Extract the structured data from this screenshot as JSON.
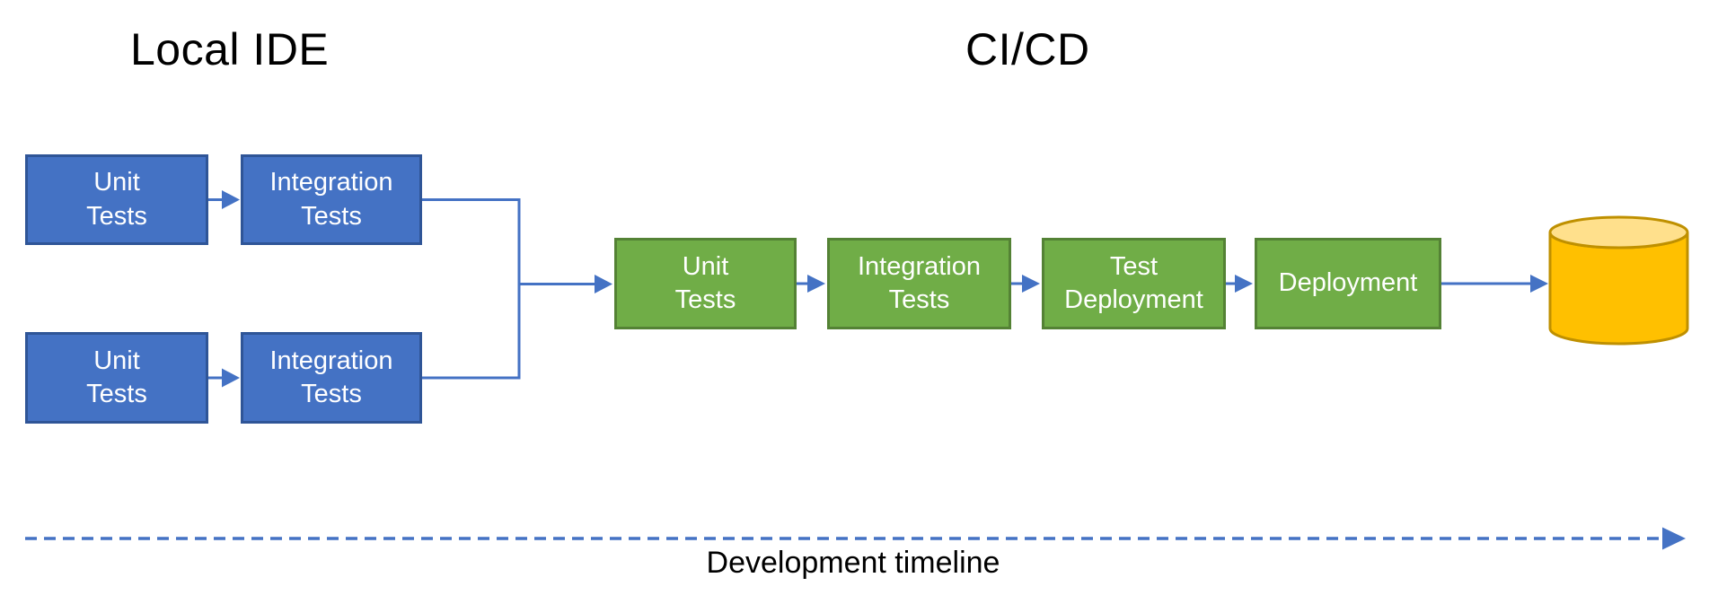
{
  "titles": {
    "local_ide": "Local IDE",
    "cicd": "CI/CD"
  },
  "local_pipeline": {
    "row1_unit": "Unit\nTests",
    "row1_integration": "Integration\nTests",
    "row2_unit": "Unit\nTests",
    "row2_integration": "Integration\nTests"
  },
  "cicd_pipeline": {
    "unit": "Unit\nTests",
    "integration": "Integration\nTests",
    "test_deployment": "Test\nDeployment",
    "deployment": "Deployment"
  },
  "timeline": {
    "label": "Development timeline"
  },
  "colors": {
    "blue_box_fill": "#4472C4",
    "blue_box_border": "#2F5597",
    "green_box_fill": "#70AD47",
    "green_box_border": "#548235",
    "arrow_blue": "#4472C4",
    "database_fill": "#FFC000",
    "database_top_fill": "#FFE08C",
    "database_border": "#BF9000",
    "box_text": "#FFFFFF",
    "title_text": "#000000"
  }
}
